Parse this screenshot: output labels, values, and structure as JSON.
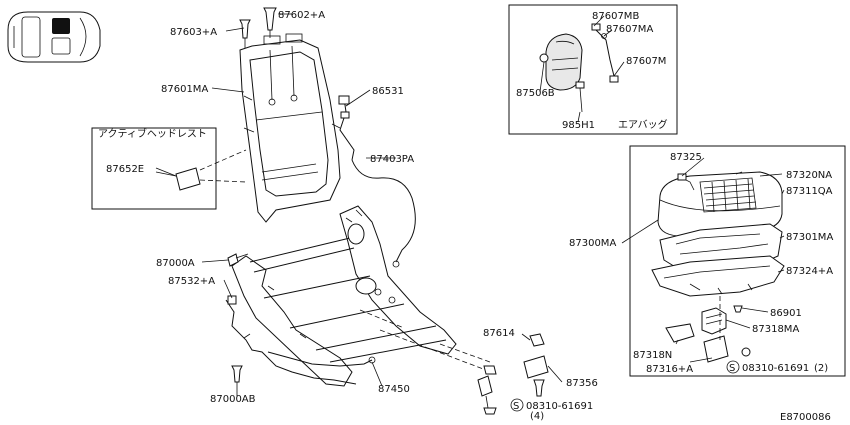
{
  "parts": {
    "p87603a": "87603+A",
    "p87602a": "87602+A",
    "p87601ma": "87601MA",
    "p86531": "86531",
    "p87652e": "87652E",
    "p87403pa": "87403PA",
    "p87000a": "87000A",
    "p87532a": "87532+A",
    "p87000ab": "87000AB",
    "p87450": "87450",
    "p87614": "87614",
    "p87356": "87356",
    "p08310_61691": "08310-61691",
    "p08310_qty": "(4)",
    "p87607mb": "87607MB",
    "p87607ma": "87607MA",
    "p87607m": "87607M",
    "p87506b": "87506B",
    "p985h1": "985H1",
    "p87325": "87325",
    "p87320na": "87320NA",
    "p87311qa": "87311QA",
    "p87300ma": "87300MA",
    "p87301ma": "87301MA",
    "p87324a": "87324+A",
    "p86901": "86901",
    "p87318ma": "87318MA",
    "p87318n": "87318N",
    "p87316a": "87316+A",
    "p08310_61691_2": "08310-61691",
    "p08310_qty_2": "(2)"
  },
  "captions": {
    "active_headrest": "アクティブヘッドレスト",
    "airbag": "エアバッグ"
  },
  "symbols": {
    "s_mark": "S",
    "s_mark_2": "S"
  },
  "diagram_code": "E8700086"
}
